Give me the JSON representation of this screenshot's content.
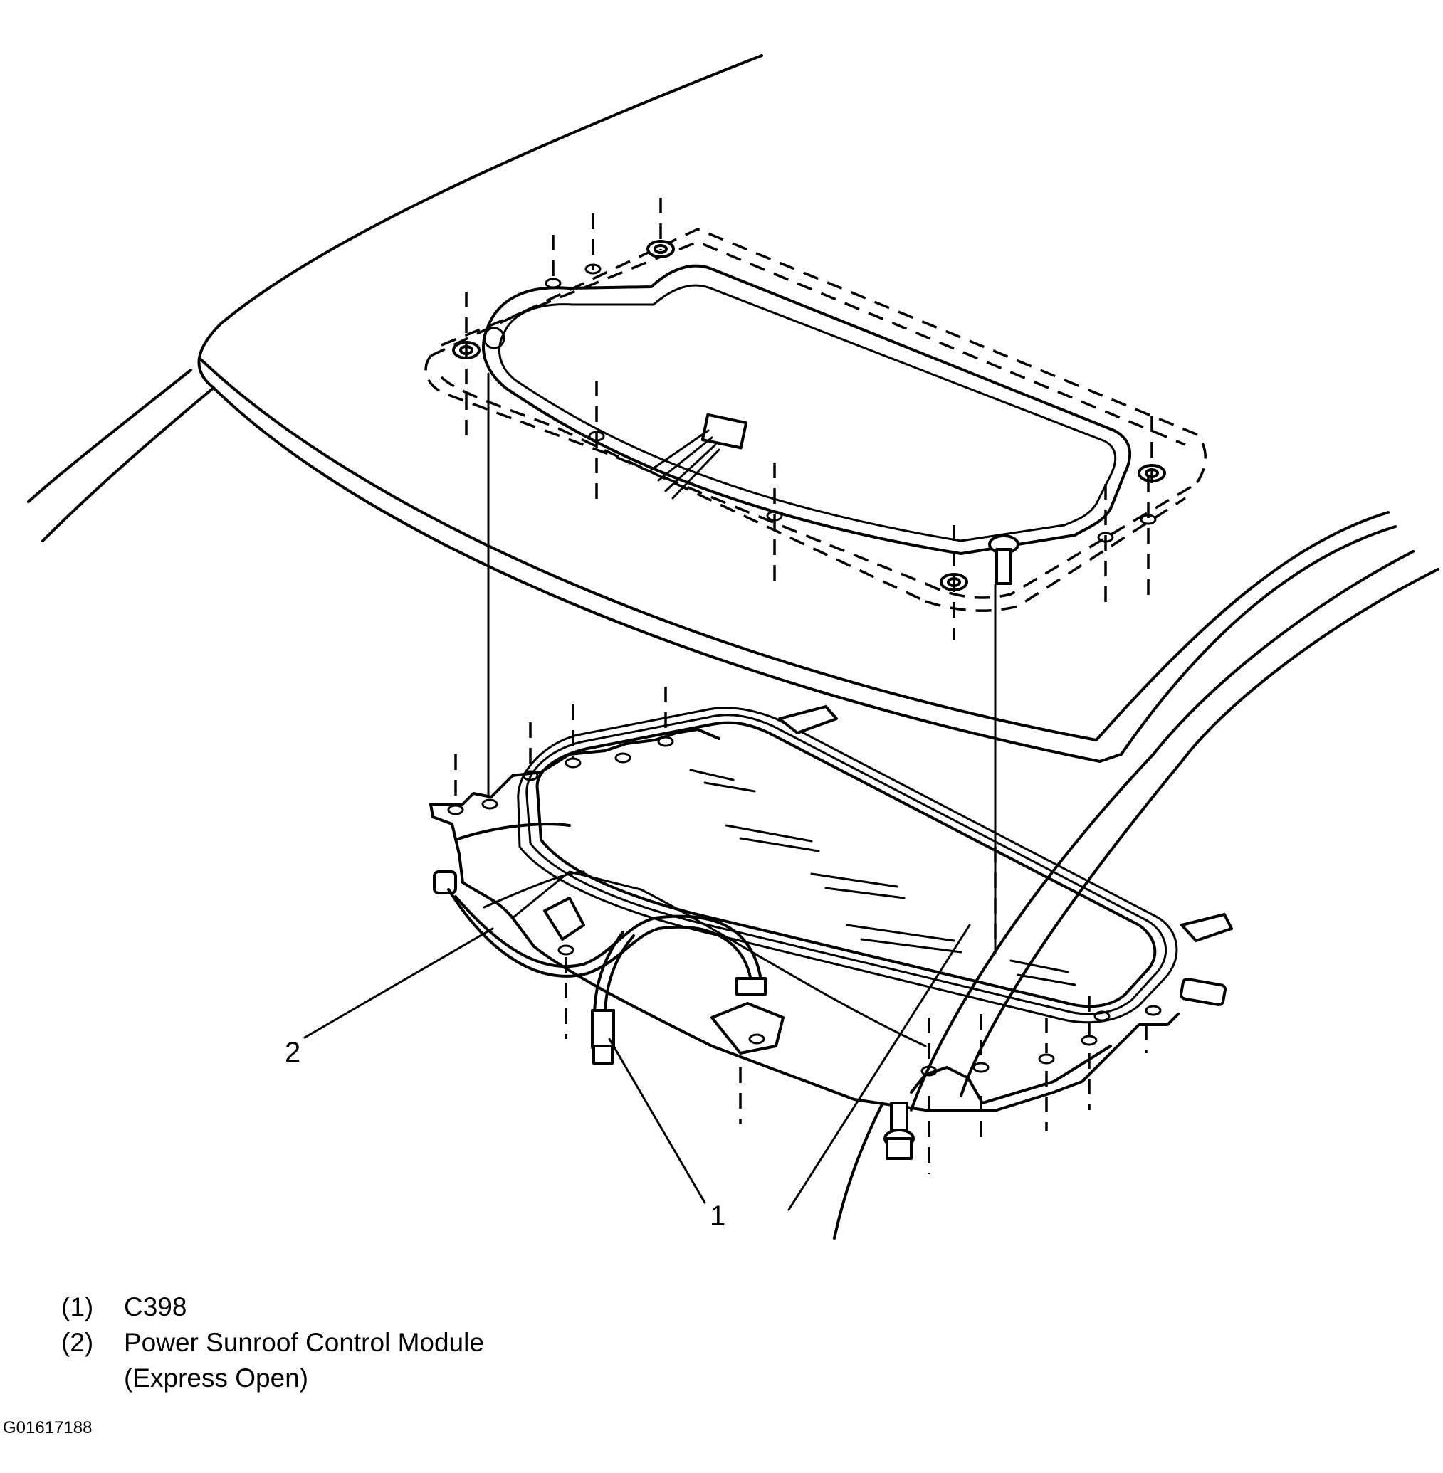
{
  "callouts": [
    {
      "id": "1",
      "label": "1"
    },
    {
      "id": "2",
      "label": "2"
    }
  ],
  "legend": [
    {
      "number": "(1)",
      "lines": [
        "C398"
      ]
    },
    {
      "number": "(2)",
      "lines": [
        "Power Sunroof Control Module",
        "(Express Open)"
      ]
    }
  ],
  "figure_id": "G01617188"
}
